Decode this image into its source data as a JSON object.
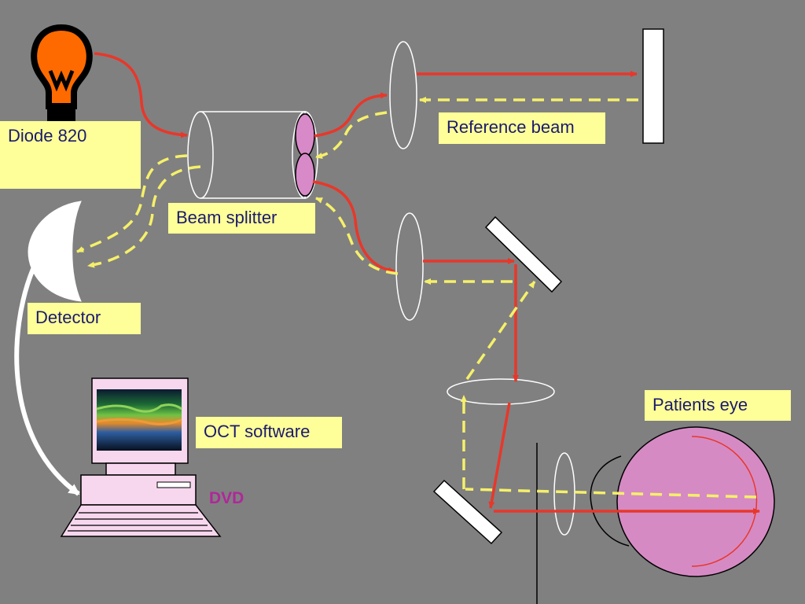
{
  "labels": {
    "diode": "Diode 820",
    "beam_splitter": "Beam splitter",
    "reference_beam": "Reference beam",
    "detector": "Detector",
    "oct_software": "OCT software",
    "patients_eye": "Patients eye",
    "dvd": "DVD"
  },
  "colors": {
    "background": "#808080",
    "label_fill": "#ffff99",
    "label_text": "#1a1a6e",
    "incident_beam": "#e8372a",
    "return_beam": "#f5f06a",
    "bulb": "#ff6a00",
    "splitter_lobes": "#d88ac8",
    "eye": "#d68ac4",
    "computer": "#f7d7ee",
    "dvd_text": "#b0279a"
  },
  "icons": [
    "light-bulb-icon",
    "computer-icon",
    "oct-scan-image",
    "eye-icon",
    "mirror-icon",
    "lens-icon"
  ]
}
